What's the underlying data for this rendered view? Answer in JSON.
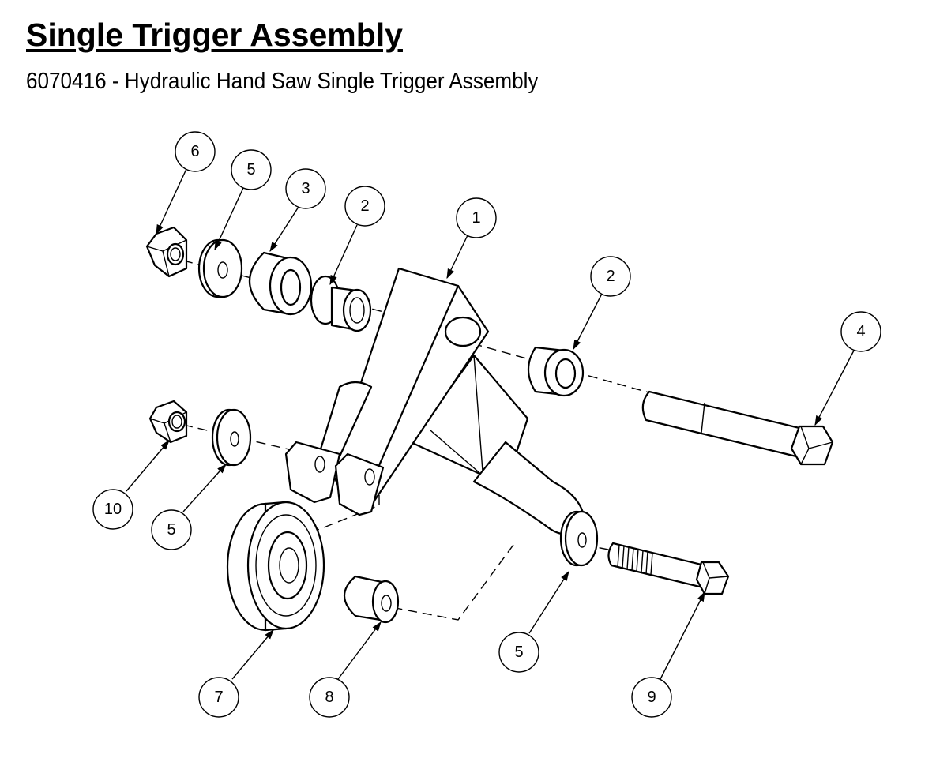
{
  "header": {
    "title": "Single Trigger Assembly",
    "subtitle": "6070416 - Hydraulic Hand Saw Single Trigger Assembly"
  },
  "callouts": [
    {
      "id": "callout-6-top",
      "label": "6"
    },
    {
      "id": "callout-5-top",
      "label": "5"
    },
    {
      "id": "callout-3",
      "label": "3"
    },
    {
      "id": "callout-2-top",
      "label": "2"
    },
    {
      "id": "callout-1",
      "label": "1"
    },
    {
      "id": "callout-2-right",
      "label": "2"
    },
    {
      "id": "callout-4",
      "label": "4"
    },
    {
      "id": "callout-10",
      "label": "10"
    },
    {
      "id": "callout-5-left",
      "label": "5"
    },
    {
      "id": "callout-7",
      "label": "7"
    },
    {
      "id": "callout-8",
      "label": "8"
    },
    {
      "id": "callout-5-bottom",
      "label": "5"
    },
    {
      "id": "callout-9",
      "label": "9"
    }
  ]
}
